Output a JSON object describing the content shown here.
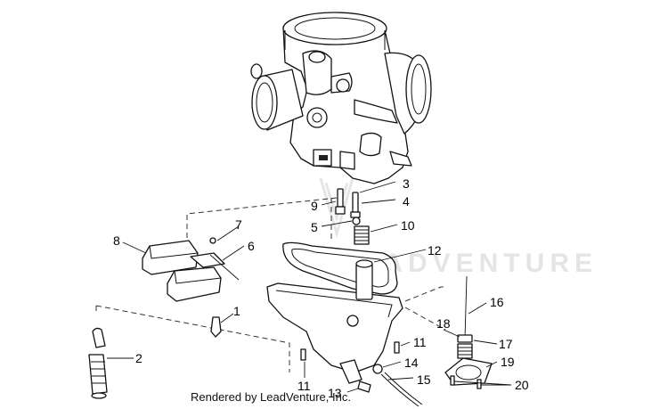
{
  "callouts": {
    "c1": "1",
    "c2": "2",
    "c3": "3",
    "c4": "4",
    "c5": "5",
    "c6": "6",
    "c7": "7",
    "c8": "8",
    "c9": "9",
    "c10": "10",
    "c11a": "11",
    "c11b": "11",
    "c12": "12",
    "c13": "13",
    "c14": "14",
    "c15": "15",
    "c16": "16",
    "c17": "17",
    "c18": "18",
    "c19": "19",
    "c20": "20"
  },
  "watermark": "LEADVENTURE",
  "credit": "Rendered by LeadVenture, Inc."
}
